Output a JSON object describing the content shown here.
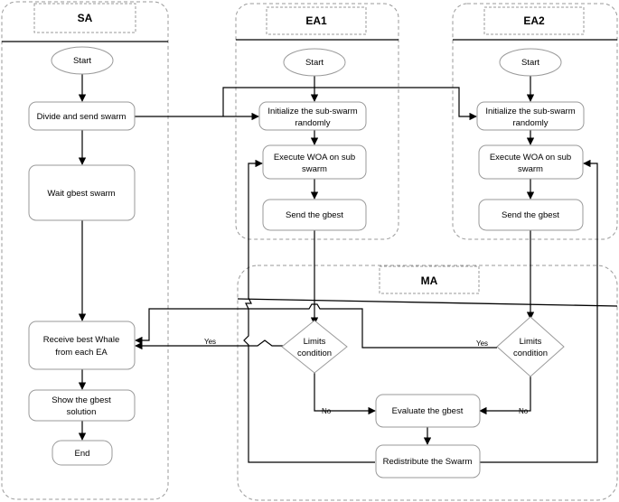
{
  "lanes": {
    "sa": "SA",
    "ea1": "EA1",
    "ea2": "EA2",
    "ma": "MA"
  },
  "sa": {
    "start": "Start",
    "divide": "Divide and send swarm",
    "wait": "Wait gbest swarm",
    "receive": [
      "Receive best Whale",
      "from each EA"
    ],
    "show": [
      "Show the gbest",
      "solution"
    ],
    "end": "End"
  },
  "ea1": {
    "start": "Start",
    "init": [
      "Initialize the sub-swarm",
      "randomly"
    ],
    "execute": [
      "Execute WOA on sub",
      "swarm"
    ],
    "send": "Send the gbest"
  },
  "ea2": {
    "start": "Start",
    "init": [
      "Initialize the sub-swarm",
      "randomly"
    ],
    "execute": [
      "Execute WOA on sub",
      "swarm"
    ],
    "send": "Send the gbest"
  },
  "ma": {
    "limits1": [
      "Limits",
      "condition"
    ],
    "limits2": [
      "Limits",
      "condition"
    ],
    "evaluate": "Evaluate the gbest",
    "redistribute": "Redistribute the Swarm"
  },
  "edges": {
    "yes1": "Yes",
    "yes2": "Yes",
    "no1": "No",
    "no2": "No"
  }
}
